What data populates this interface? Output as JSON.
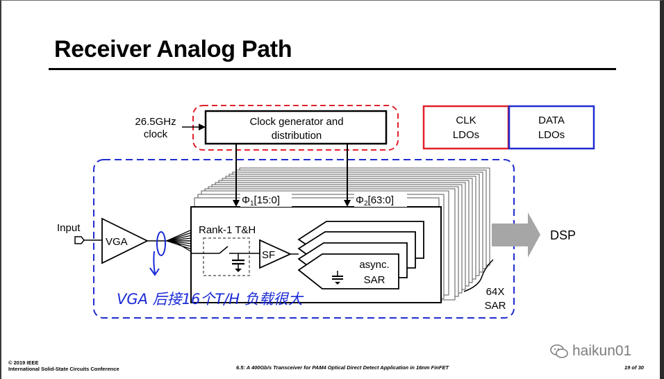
{
  "slide": {
    "title": "Receiver Analog Path",
    "footer_left_line1": "© 2019 IEEE",
    "footer_left_line2": "International Solid-State Circuits Conference",
    "footer_center": "6.5: A 400Gb/s Transceiver for PAM4 Optical Direct Detect Application in 16nm FinFET",
    "footer_page": "19 of 30",
    "watermark": "haikun01"
  },
  "diagram": {
    "clock_in_line1": "26.5GHz",
    "clock_in_line2": "clock",
    "clock_gen_line1": "Clock generator and",
    "clock_gen_line2": "distribution",
    "clk_ldo_line1": "CLK",
    "clk_ldo_line2": "LDOs",
    "data_ldo_line1": "DATA",
    "data_ldo_line2": "LDOs",
    "phi1": "Φ",
    "phi1_sub": "1",
    "phi1_bits": "[15:0]",
    "phi2": "Φ",
    "phi2_sub": "2",
    "phi2_bits": "[63:0]",
    "input_label": "Input",
    "vga_label": "VGA",
    "rank_label": "Rank-1 T&H",
    "sf_label": "SF",
    "sar_line1": "async.",
    "sar_line2": "SAR",
    "sar_count_line1": "64X",
    "sar_count_line2": "SAR",
    "dsp_label": "DSP",
    "annotation": "VGA 后接16个T/H 负载很大",
    "colors": {
      "clock_domain": "#e0202a",
      "data_domain": "#1f2bd0",
      "ink": "#1a2ad6",
      "dsp_arrow": "#a6a6a6"
    }
  }
}
